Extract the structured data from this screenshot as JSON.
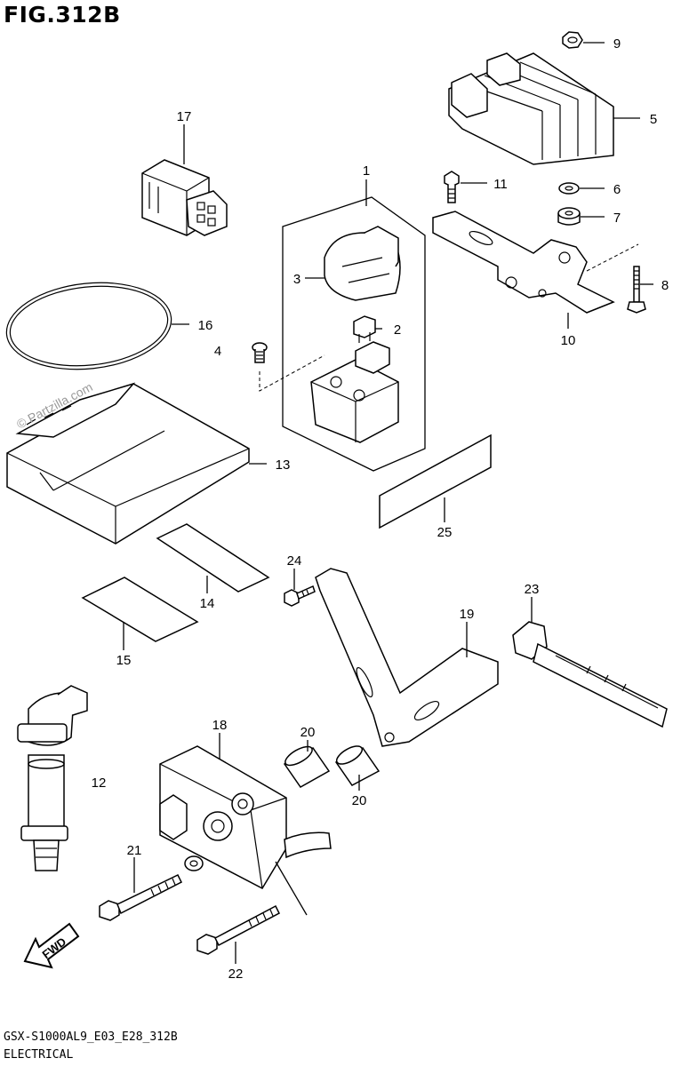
{
  "figure": {
    "title": "FIG.312B"
  },
  "footer": {
    "code": "GSX-S1000AL9_E03_E28_312B",
    "section": "ELECTRICAL"
  },
  "watermark": "© Partzilla.com",
  "fwd_arrow": "FWD",
  "callouts": [
    {
      "id": "c1",
      "label": "1"
    },
    {
      "id": "c2",
      "label": "2"
    },
    {
      "id": "c3",
      "label": "3"
    },
    {
      "id": "c4",
      "label": "4"
    },
    {
      "id": "c5",
      "label": "5"
    },
    {
      "id": "c6",
      "label": "6"
    },
    {
      "id": "c7",
      "label": "7"
    },
    {
      "id": "c8",
      "label": "8"
    },
    {
      "id": "c9",
      "label": "9"
    },
    {
      "id": "c10",
      "label": "10"
    },
    {
      "id": "c11",
      "label": "11"
    },
    {
      "id": "c12",
      "label": "12"
    },
    {
      "id": "c13",
      "label": "13"
    },
    {
      "id": "c14",
      "label": "14"
    },
    {
      "id": "c15",
      "label": "15"
    },
    {
      "id": "c16",
      "label": "16"
    },
    {
      "id": "c17",
      "label": "17"
    },
    {
      "id": "c18",
      "label": "18"
    },
    {
      "id": "c19",
      "label": "19"
    },
    {
      "id": "c20a",
      "label": "20"
    },
    {
      "id": "c20b",
      "label": "20"
    },
    {
      "id": "c21",
      "label": "21"
    },
    {
      "id": "c22",
      "label": "22"
    },
    {
      "id": "c23",
      "label": "23"
    },
    {
      "id": "c24",
      "label": "24"
    },
    {
      "id": "c25",
      "label": "25"
    }
  ]
}
